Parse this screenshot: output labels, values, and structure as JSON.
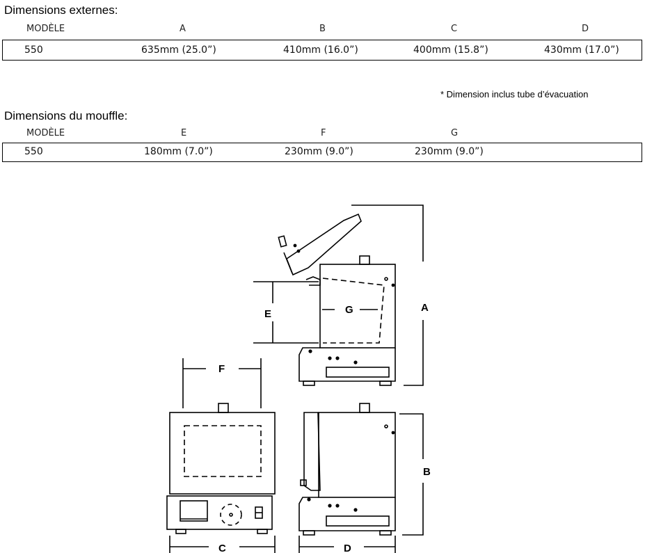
{
  "external": {
    "title": "Dimensions externes:",
    "headers": [
      "MODÈLE",
      "A",
      "B",
      "C",
      "D"
    ],
    "row": [
      "550",
      "635mm (25.0”)",
      "410mm (16.0”)",
      "400mm (15.8”)",
      "430mm (17.0”)"
    ]
  },
  "note": "* Dimension inclus tube d’évacuation",
  "muffle": {
    "title": "Dimensions du mouffle:",
    "headers": [
      "MODÈLE",
      "E",
      "F",
      "G"
    ],
    "row": [
      "550",
      "180mm (7.0”)",
      "230mm (9.0”)",
      "230mm (9.0”)"
    ]
  },
  "diagram": {
    "labels": {
      "A": "A",
      "B": "B",
      "C": "C",
      "D": "D",
      "E": "E",
      "F": "F",
      "G": "G"
    }
  }
}
